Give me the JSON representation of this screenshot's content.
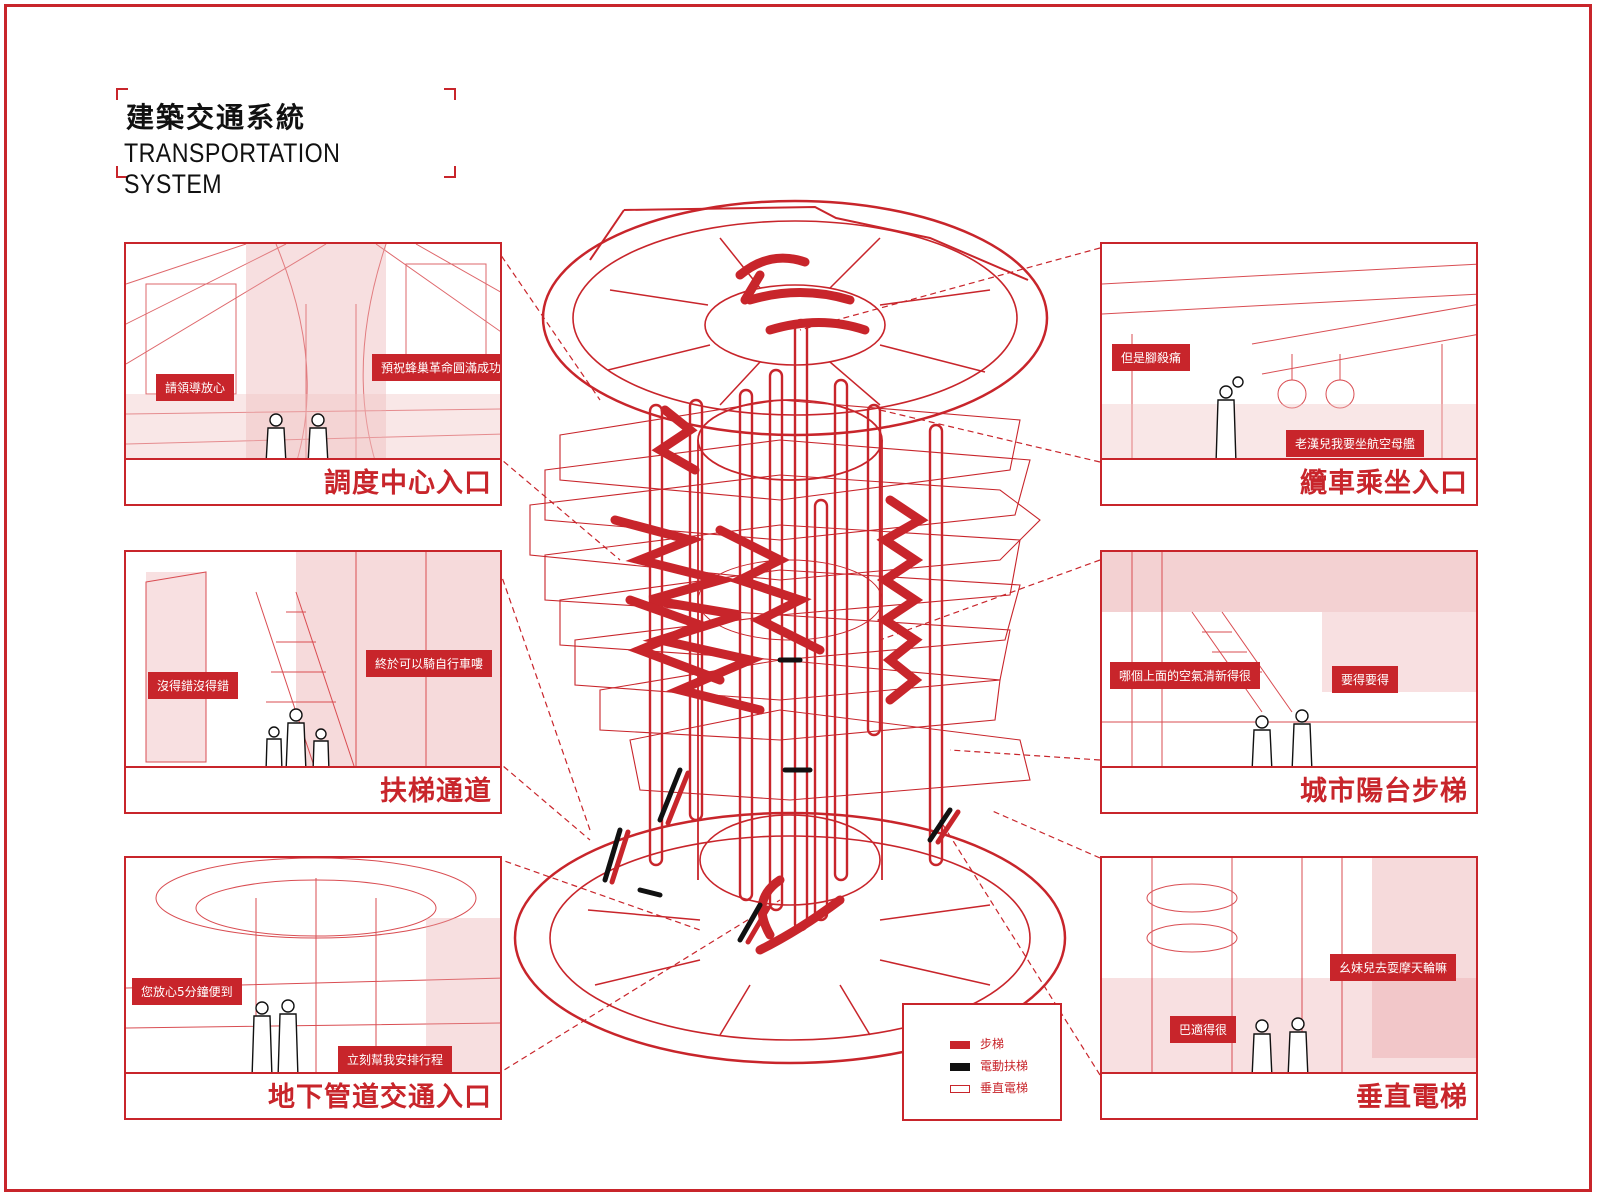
{
  "title": {
    "zh": "建築交通系統",
    "en": "TRANSPORTATION SYSTEM"
  },
  "colors": {
    "accent": "#c8252b",
    "escalator": "#111111",
    "background": "#ffffff"
  },
  "panels": {
    "dispatch": {
      "label": "調度中心入口",
      "bubbles": [
        "請領導放心",
        "預祝蜂巢革命圓滿成功"
      ]
    },
    "escalator": {
      "label": "扶梯通道",
      "bubbles": [
        "沒得錯沒得錯",
        "終於可以騎自行車嘍"
      ]
    },
    "underground": {
      "label": "地下管道交通入口",
      "bubbles": [
        "您放心5分鐘便到",
        "立刻幫我安排行程"
      ]
    },
    "cable": {
      "label": "纜車乘坐入口",
      "bubbles": [
        "但是腳殺痛",
        "老漢兒我要坐航空母艦"
      ]
    },
    "terrace": {
      "label": "城市陽台步梯",
      "bubbles": [
        "要得要得",
        "哪個上面的空氣清新得很"
      ]
    },
    "elevator": {
      "label": "垂直電梯",
      "bubbles": [
        "巴適得很",
        "幺妹兒去耍摩天輪嘛"
      ]
    }
  },
  "legend": {
    "items": [
      {
        "label": "步梯",
        "color": "#c8252b"
      },
      {
        "label": "電動扶梯",
        "color": "#111111"
      },
      {
        "label": "垂直電梯",
        "color": "#ffffff"
      }
    ]
  }
}
